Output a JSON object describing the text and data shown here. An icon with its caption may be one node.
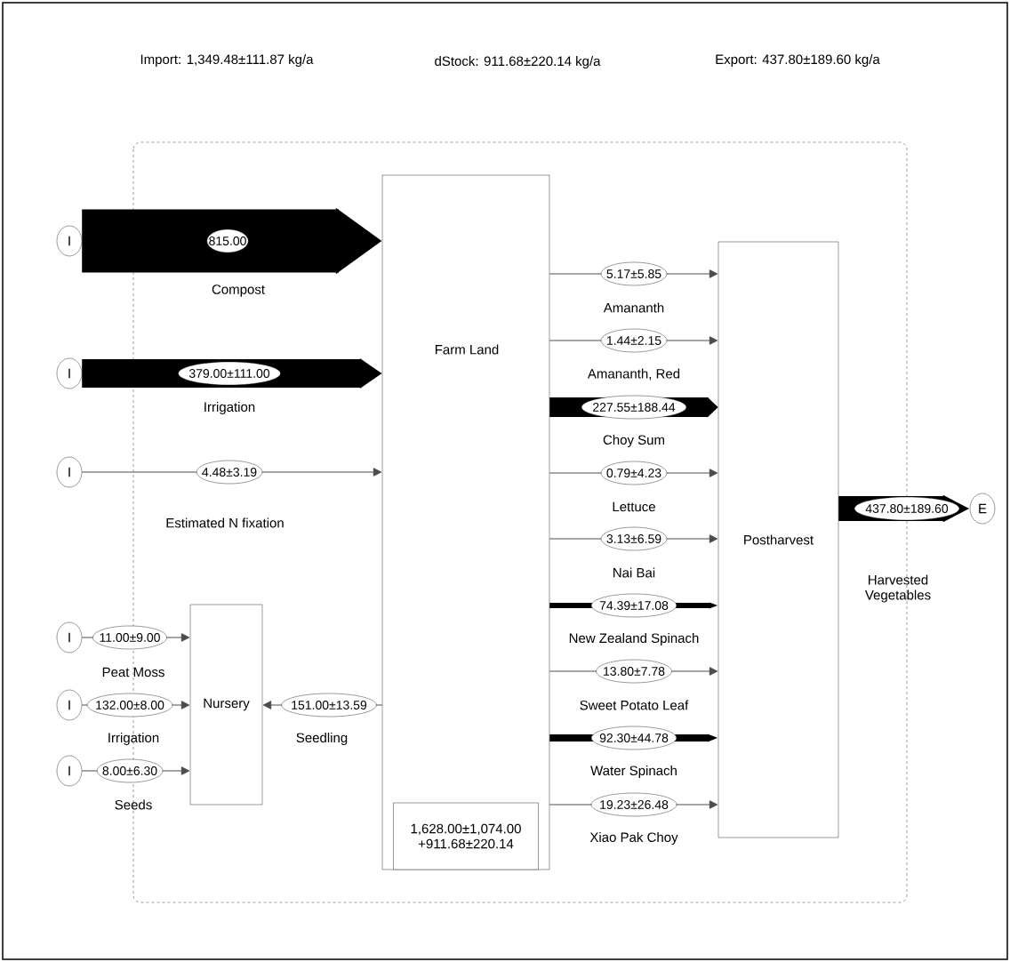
{
  "diagram": {
    "nodes": [
      {
        "text": [
          "I"
        ]
      },
      {
        "text": [
          "I"
        ]
      },
      {
        "text": [
          "I"
        ]
      },
      {
        "text": [
          "I"
        ]
      },
      {
        "text": [
          "I"
        ]
      },
      {
        "text": [
          "I"
        ]
      },
      {
        "text": [
          "Farm Land"
        ]
      },
      {
        "text": [
          "1,628.00±1,074.00 +911.68±220.14"
        ],
        "in": 6
      },
      {
        "text": [
          "Nursery"
        ]
      },
      {
        "text": [
          "Postharvest"
        ]
      },
      {
        "text": [
          "E"
        ]
      }
    ],
    "edges": [
      {
        "from": 0,
        "to": 6,
        "arrow": "to",
        "label": "815.00",
        "style": "thick"
      },
      {
        "from": 1,
        "to": 6,
        "arrow": "to",
        "label": "379.00±111.00",
        "style": "thick"
      },
      {
        "from": 2,
        "to": 6,
        "arrow": "to",
        "label": "4.48±3.19"
      },
      {
        "from": 3,
        "to": 8,
        "arrow": "to",
        "label": "11.00±9.00"
      },
      {
        "from": 4,
        "to": 8,
        "arrow": "to",
        "label": "132.00±8.00"
      },
      {
        "from": 5,
        "to": 8,
        "arrow": "to",
        "label": "8.00±6.30"
      },
      {
        "from": 6,
        "to": 8,
        "arrow": "to",
        "label": "151.00±13.59"
      },
      {
        "from": 6,
        "to": 9,
        "arrow": "to",
        "label": "5.17±5.85"
      },
      {
        "from": 6,
        "to": 9,
        "arrow": "to",
        "label": "1.44±2.15"
      },
      {
        "from": 6,
        "to": 9,
        "arrow": "to",
        "label": "227.55±188.44",
        "style": "thick"
      },
      {
        "from": 6,
        "to": 9,
        "arrow": "to",
        "label": "0.79±4.23"
      },
      {
        "from": 6,
        "to": 9,
        "arrow": "to",
        "label": "3.13±6.59"
      },
      {
        "from": 6,
        "to": 9,
        "arrow": "to",
        "label": "74.39±17.08",
        "style": "thick"
      },
      {
        "from": 6,
        "to": 9,
        "arrow": "to",
        "label": "13.80±7.78"
      },
      {
        "from": 6,
        "to": 9,
        "arrow": "to",
        "label": "92.30±44.78",
        "style": "thick"
      },
      {
        "from": 6,
        "to": 9,
        "arrow": "to",
        "label": "19.23±26.48"
      },
      {
        "from": 9,
        "to": 10,
        "arrow": "to",
        "label": "437.80±189.60",
        "style": "thick"
      }
    ],
    "labels": [
      "Import: 1,349.48±111.87 kg/a",
      "dStock: 911.68±220.14 kg/a",
      "Export: 437.80±189.60 kg/a",
      "Compost",
      "Irrigation",
      "Estimated N fixation",
      "Peat Moss",
      "Irrigation",
      "Seeds",
      "Seedling",
      "Amananth",
      "Amananth, Red",
      "Choy Sum",
      "Lettuce",
      "Nai Bai",
      "New Zealand Spinach",
      "Sweet Potato Leaf",
      "Water Spinach",
      "Xiao Pak Choy",
      "Harvested Vegetables"
    ]
  }
}
